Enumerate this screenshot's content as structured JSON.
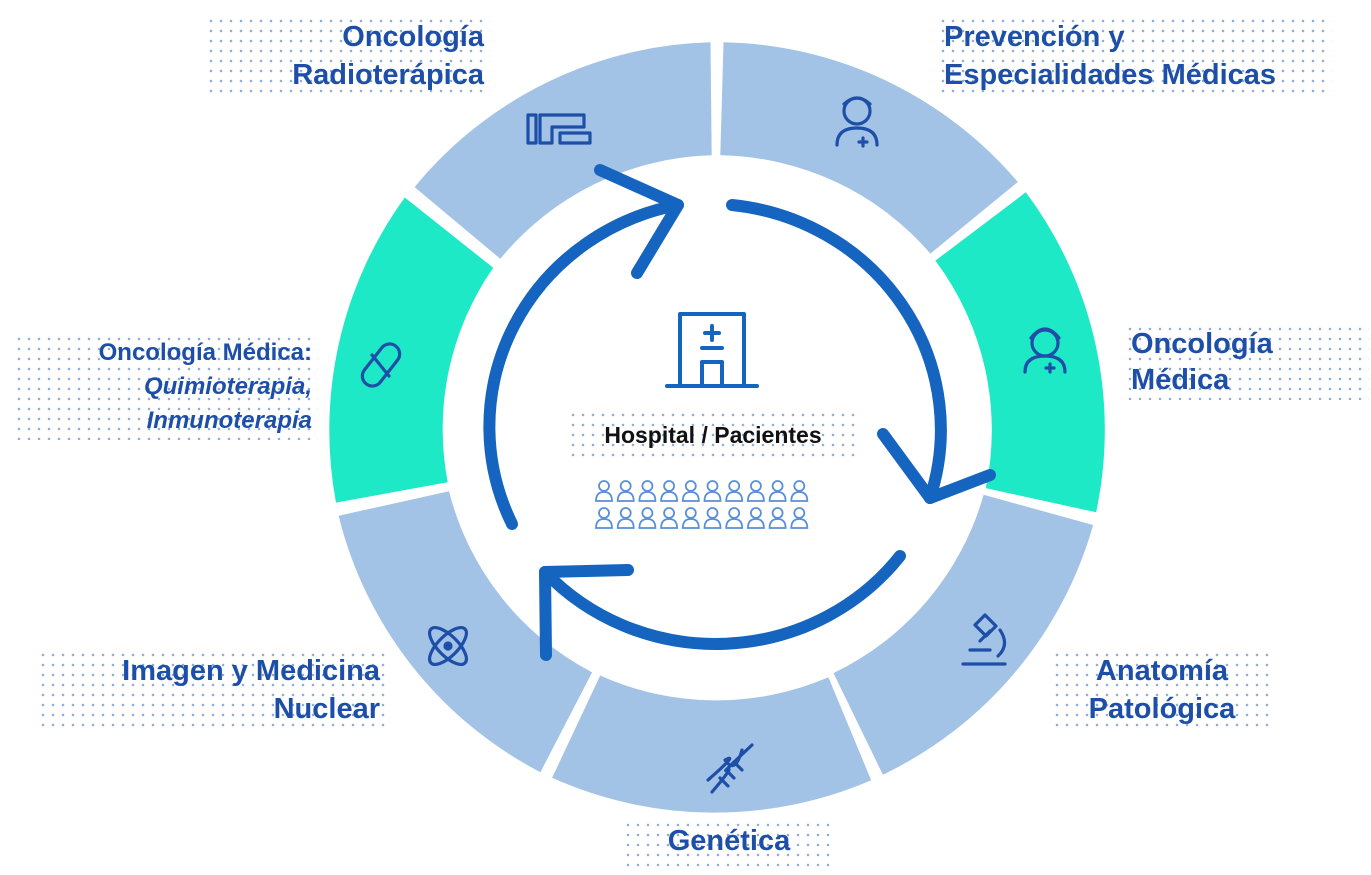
{
  "center": {
    "title": "Hospital / Pacientes",
    "building_icon": "hospital-icon",
    "people_icon": "patients-icon",
    "people_rows": 2,
    "people_per_row": 10
  },
  "segments": [
    {
      "key": "radioterapia",
      "icon": "radiotherapy-machine-icon",
      "color": "#A3C3E6",
      "lines": [
        "Oncología",
        "Radioterápica"
      ]
    },
    {
      "key": "prevencion",
      "icon": "doctor-icon",
      "color": "#A3C3E6",
      "lines": [
        "Prevención y",
        "Especialidades Médicas"
      ]
    },
    {
      "key": "oncologia-medica",
      "icon": "nurse-icon",
      "color": "#1DE9C6",
      "lines": [
        "Oncología",
        "Médica"
      ]
    },
    {
      "key": "anatomia",
      "icon": "microscope-icon",
      "color": "#A3C3E6",
      "lines": [
        "Anatomía",
        "Patológica"
      ]
    },
    {
      "key": "genetica",
      "icon": "dna-icon",
      "color": "#A3C3E6",
      "lines": [
        "Genética"
      ]
    },
    {
      "key": "imagen",
      "icon": "atom-icon",
      "color": "#A3C3E6",
      "lines": [
        "Imagen y Medicina",
        "Nuclear"
      ]
    },
    {
      "key": "quimio",
      "icon": "pill-icon",
      "color": "#1DE9C6",
      "lines": [
        "Oncología Médica:",
        "Quimioterapia,",
        "Inmunoterapia"
      ]
    }
  ],
  "colors": {
    "ring_blue": "#A3C3E6",
    "ring_teal": "#1DE9C6",
    "arrow": "#1565C0",
    "text": "#1E4FA8"
  }
}
